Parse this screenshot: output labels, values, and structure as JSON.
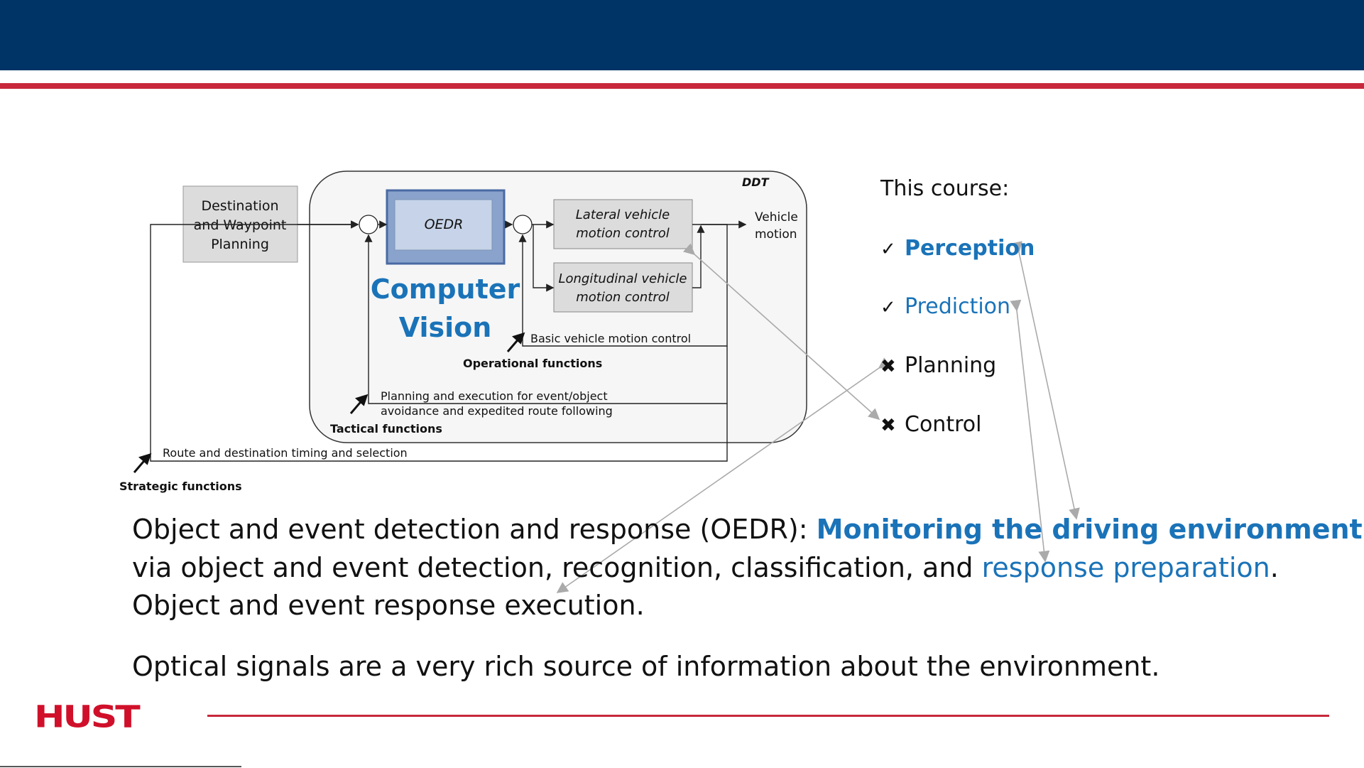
{
  "diagram": {
    "ddt_label": "DDT",
    "destination_box": [
      "Destination",
      "and Waypoint",
      "Planning"
    ],
    "oedr_label": "OEDR",
    "computer_vision": [
      "Computer",
      "Vision"
    ],
    "lateral_box": [
      "Lateral vehicle",
      "motion control"
    ],
    "longitudinal_box": [
      "Longitudinal vehicle",
      "motion control"
    ],
    "vehicle_motion": [
      "Vehicle",
      "motion"
    ],
    "basic_control": "Basic vehicle motion control",
    "operational": "Operational functions",
    "planning_execution": [
      "Planning and execution for event/object",
      "avoidance and expedited route following"
    ],
    "tactical": "Tactical functions",
    "route_timing": "Route and destination timing and selection",
    "strategic": "Strategic functions"
  },
  "course": {
    "title": "This course:",
    "items": [
      {
        "mark": "✓",
        "label": "Perception"
      },
      {
        "mark": "✓",
        "label": "Prediction"
      },
      {
        "mark": "✖",
        "label": "Planning"
      },
      {
        "mark": "✖",
        "label": "Control"
      }
    ]
  },
  "paragraph": {
    "line1_black": "Object and event detection and response (OEDR): ",
    "line1_blue": "Monitoring the driving environment",
    "line2_black": "via object and event detection, recognition, classification, and ",
    "line2_blue": "response preparation",
    "line2_end": ".",
    "line3": "Object and event response execution.",
    "line4": "Optical signals are a very rich source of information about the environment."
  },
  "footer": {
    "logo": "HUST"
  },
  "colors": {
    "header": "#003366",
    "accent_red": "#c8283c",
    "blue": "#1a73b8",
    "logo_red": "#d0102a"
  }
}
